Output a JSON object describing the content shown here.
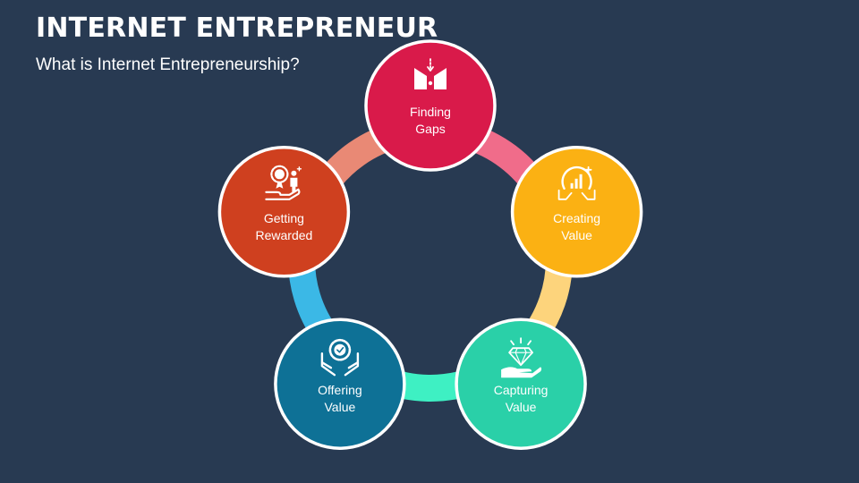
{
  "title": "INTERNET ENTREPRENEUR",
  "subtitle": "What is Internet Entrepreneurship?",
  "cycle": [
    {
      "lines": [
        "Finding",
        "Gaps"
      ],
      "icon": "funnel-gap-icon",
      "color": "#d91a4a",
      "arrow_color": "#f06c8a"
    },
    {
      "lines": [
        "Creating",
        "Value"
      ],
      "icon": "value-growth-icon",
      "color": "#fbb113",
      "arrow_color": "#fdd47c"
    },
    {
      "lines": [
        "Capturing",
        "Value"
      ],
      "icon": "diamond-hand-icon",
      "color": "#2ad0a8",
      "arrow_color": "#3ef0c3"
    },
    {
      "lines": [
        "Offering",
        "Value"
      ],
      "icon": "hands-badge-icon",
      "color": "#0e7196",
      "arrow_color": "#3bb8e6"
    },
    {
      "lines": [
        "Getting",
        "Rewarded"
      ],
      "icon": "reward-hand-icon",
      "color": "#cf401f",
      "arrow_color": "#e98975"
    }
  ]
}
